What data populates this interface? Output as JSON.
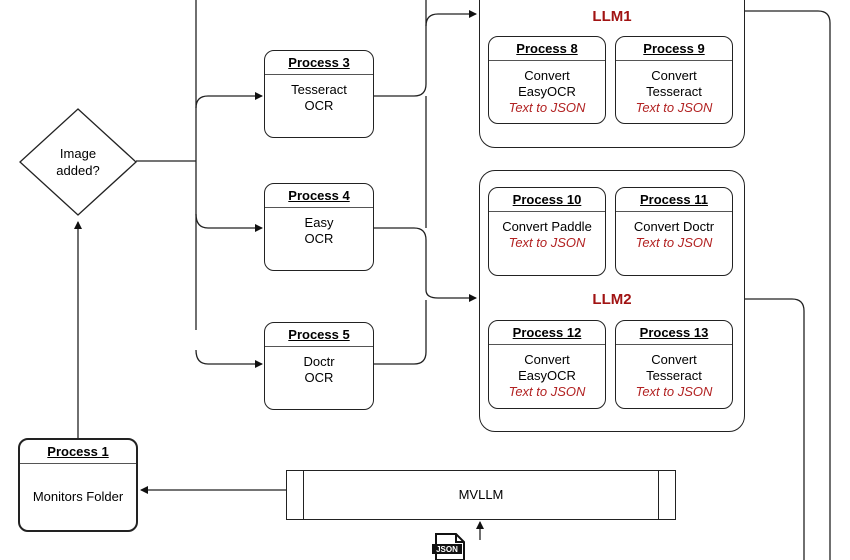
{
  "decision": {
    "label_line1": "Image",
    "label_line2": "added?"
  },
  "process1": {
    "title": "Process 1",
    "line1": "Monitors Folder"
  },
  "process3": {
    "title": "Process 3",
    "line1": "Tesseract",
    "line2": "OCR"
  },
  "process4": {
    "title": "Process 4",
    "line1": "Easy",
    "line2": "OCR"
  },
  "process5": {
    "title": "Process 5",
    "line1": "Doctr",
    "line2": "OCR"
  },
  "llm1": {
    "label": "LLM1",
    "process8": {
      "title": "Process 8",
      "line1": "Convert",
      "line2": "EasyOCR",
      "line3": "Text to JSON"
    },
    "process9": {
      "title": "Process 9",
      "line1": "Convert",
      "line2": "Tesseract",
      "line3": "Text to JSON"
    }
  },
  "llm2": {
    "label": "LLM2",
    "process10": {
      "title": "Process 10",
      "line1": "Convert Paddle",
      "line2": "Text to JSON"
    },
    "process11": {
      "title": "Process 11",
      "line1": "Convert Doctr",
      "line2": "Text to JSON"
    },
    "process12": {
      "title": "Process 12",
      "line1": "Convert",
      "line2": "EasyOCR",
      "line3": "Text to JSON"
    },
    "process13": {
      "title": "Process 13",
      "line1": "Convert",
      "line2": "Tesseract",
      "line3": "Text to JSON"
    }
  },
  "mvllm": {
    "label": "MVLLM"
  },
  "json_icon": {
    "icon": "json-file-icon",
    "label": "JSON"
  },
  "colors": {
    "llm_label": "#a11313",
    "italic_text": "#b22222",
    "line": "#222222"
  }
}
